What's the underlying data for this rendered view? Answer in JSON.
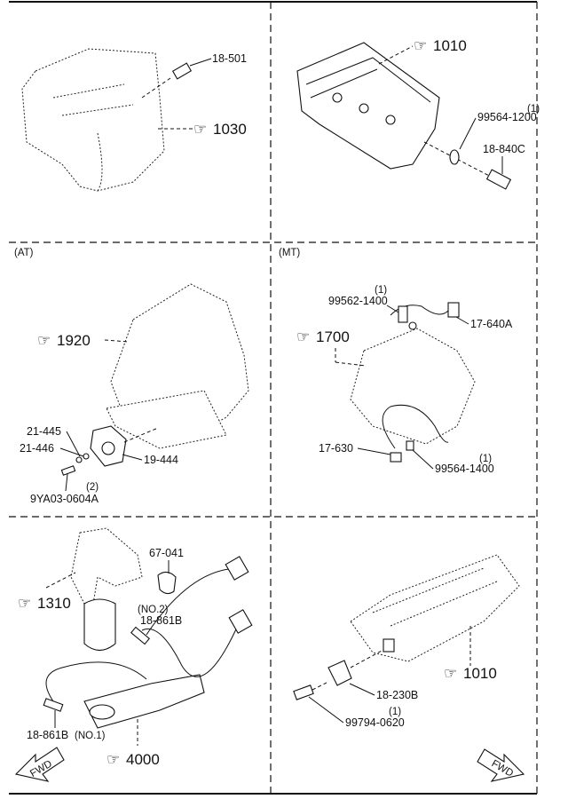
{
  "panels": {
    "p1": {
      "refs": [
        "1030"
      ],
      "parts": [
        "18-501"
      ]
    },
    "p2": {
      "refs": [
        "1010"
      ],
      "parts": [
        "99564-1200",
        "18-840C"
      ],
      "qty": [
        "(1)"
      ]
    },
    "p3": {
      "heading": "(AT)",
      "refs": [
        "1920"
      ],
      "parts": [
        "21-445",
        "21-446",
        "19-444",
        "9YA03-0604A"
      ],
      "qty": [
        "(2)"
      ]
    },
    "p4": {
      "heading": "(MT)",
      "refs": [
        "1700"
      ],
      "parts": [
        "99562-1400",
        "17-640A",
        "17-630",
        "99564-1400"
      ],
      "qty": [
        "(1)",
        "(1)"
      ]
    },
    "p5": {
      "refs": [
        "1310",
        "4000"
      ],
      "parts": [
        "67-041",
        "18-861B",
        "18-861B"
      ],
      "tags": [
        "(NO.2)",
        "(NO.1)"
      ],
      "arrow": "FWD"
    },
    "p6": {
      "refs": [
        "1010"
      ],
      "parts": [
        "18-230B",
        "99794-0620"
      ],
      "qty": [
        "(1)"
      ],
      "arrow": "FWD"
    }
  }
}
